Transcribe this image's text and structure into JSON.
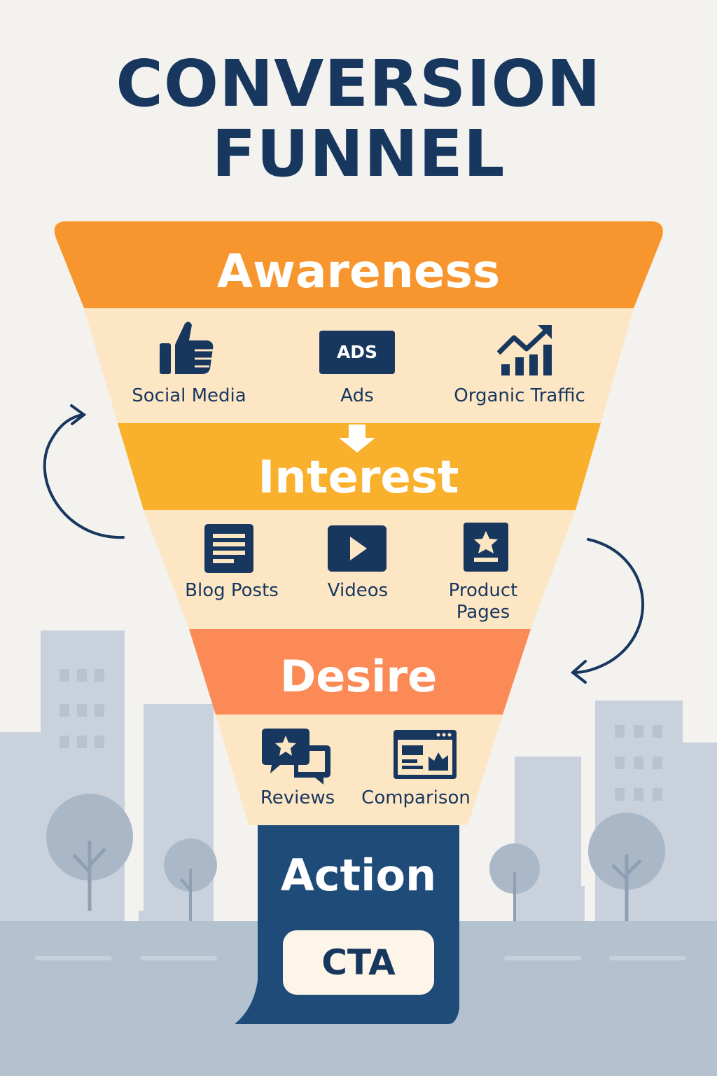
{
  "title": {
    "line1": "CONVERSION",
    "line2": "FUNNEL"
  },
  "colors": {
    "navy": "#17375e",
    "awareness": "#f7962e",
    "interest": "#f9b02d",
    "desire": "#fb8a57",
    "action": "#1e4b78",
    "panel": "#fce6c4",
    "background": "#f4f2ef",
    "city": "#c5ced9"
  },
  "stages": {
    "awareness": {
      "label": "Awareness",
      "items": [
        {
          "label": "Social Media",
          "icon": "thumbs-up-icon"
        },
        {
          "label": "Ads",
          "icon": "ads-icon",
          "badge": "ADS"
        },
        {
          "label": "Organic Traffic",
          "icon": "growth-chart-icon"
        }
      ]
    },
    "interest": {
      "label": "Interest",
      "items": [
        {
          "label": "Blog Posts",
          "icon": "document-icon"
        },
        {
          "label": "Videos",
          "icon": "play-icon"
        },
        {
          "label": "Product Pages",
          "label_lines": [
            "Product",
            "Pages"
          ],
          "icon": "product-page-icon"
        }
      ]
    },
    "desire": {
      "label": "Desire",
      "items": [
        {
          "label": "Reviews",
          "icon": "review-chat-icon"
        },
        {
          "label": "Comparison",
          "icon": "comparison-window-icon"
        }
      ]
    },
    "action": {
      "label": "Action",
      "cta": "CTA"
    }
  }
}
